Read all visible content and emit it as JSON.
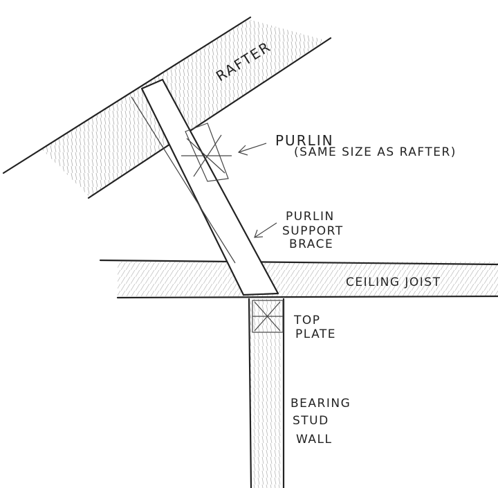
{
  "labels": {
    "rafter": "RAFTER",
    "purlin": "PURLIN",
    "purlin_note": "(SAME SIZE AS RAFTER)",
    "brace_line1": "PURLIN",
    "brace_line2": "SUPPORT",
    "brace_line3": "BRACE",
    "ceiling_joist": "CEILING JOIST",
    "top_plate_line1": "TOP",
    "top_plate_line2": "PLATE",
    "stud_line1": "BEARING",
    "stud_line2": "STUD",
    "stud_line3": "WALL"
  },
  "colors": {
    "ink": "#222222",
    "hatch": "#999999",
    "paper": "#ffffff"
  }
}
